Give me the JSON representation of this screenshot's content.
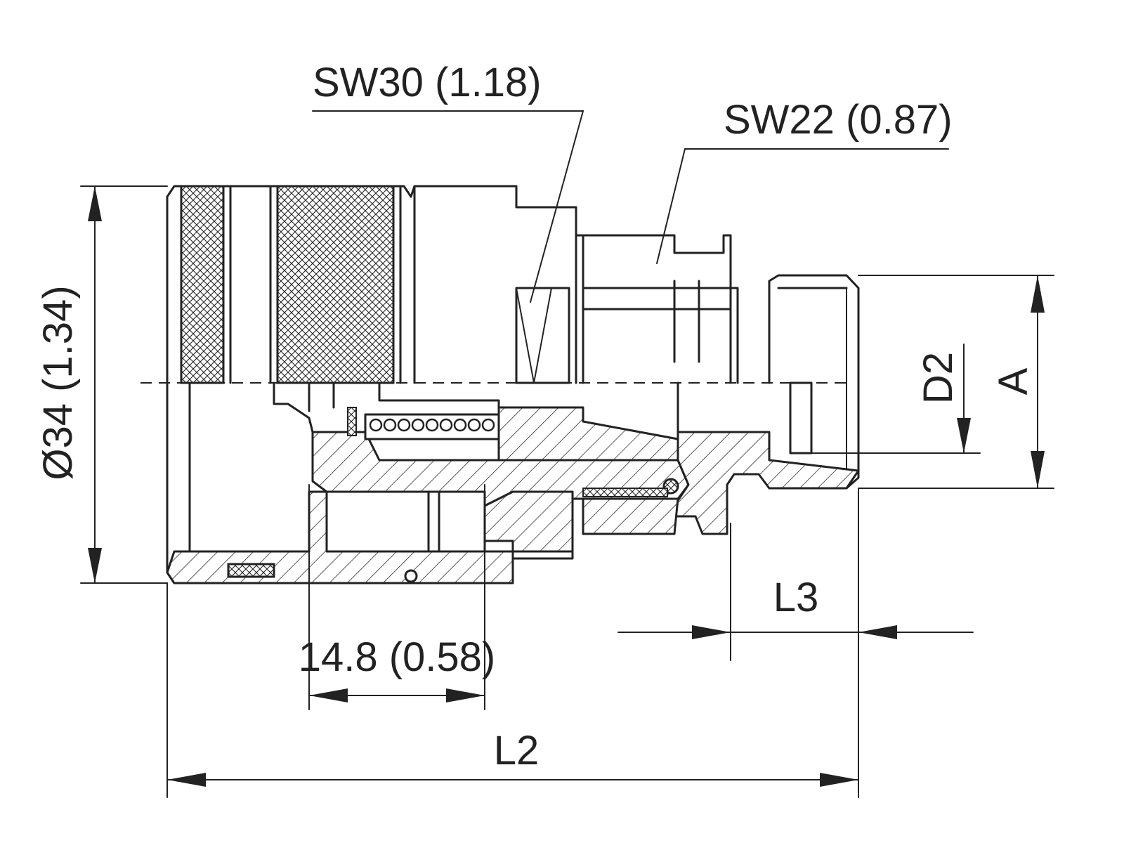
{
  "labels": {
    "sw30": "SW30 (1.18)",
    "sw22": "SW22 (0.87)",
    "diameter": "Ø34 (1.34)",
    "width_148": "14.8 (0.58)",
    "l2": "L2",
    "l3": "L3",
    "d2": "D2",
    "a": "A"
  },
  "colors": {
    "line": "#222222",
    "background": "#ffffff"
  }
}
